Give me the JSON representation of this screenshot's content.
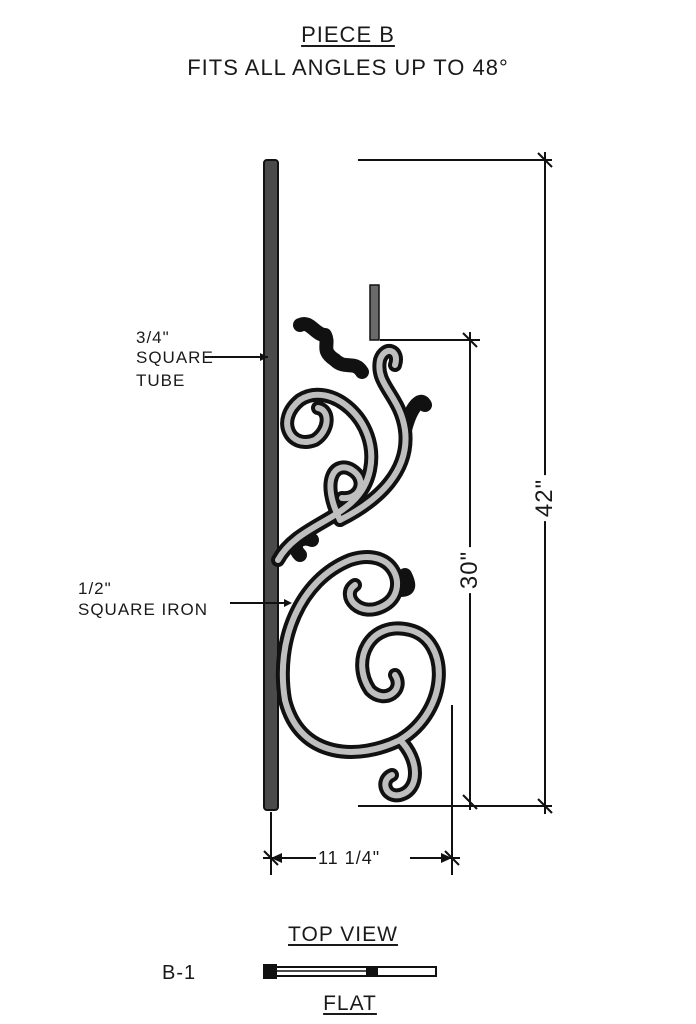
{
  "title": "PIECE B",
  "subtitle": "FITS ALL ANGLES UP TO 48°",
  "labels": {
    "tube_size": "3/4\"",
    "tube_name_1": "SQUARE",
    "tube_name_2": "TUBE",
    "iron_size": "1/2\"",
    "iron_name": "SQUARE IRON"
  },
  "dimensions": {
    "overall_height": "42\"",
    "scroll_height": "30\"",
    "width": "11 1/4\""
  },
  "top_view": {
    "heading": "TOP VIEW",
    "part_code": "B-1",
    "caption": "FLAT"
  }
}
